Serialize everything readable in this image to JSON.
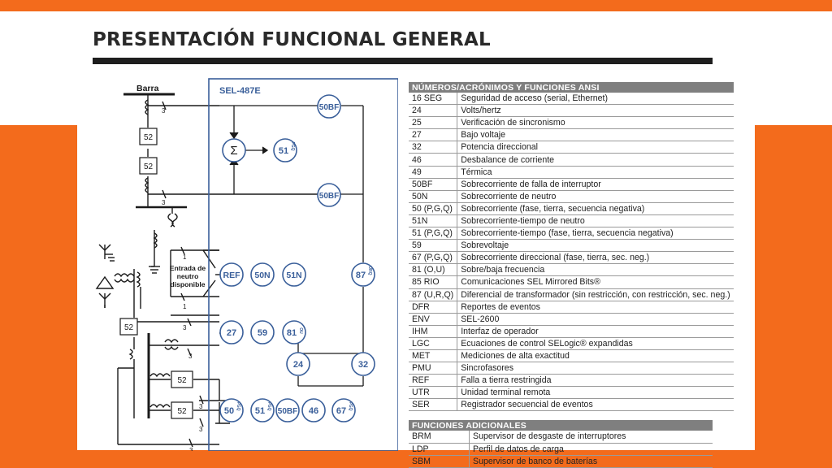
{
  "slide": {
    "title": "PRESENTACIÓN FUNCIONAL GENERAL",
    "colors": {
      "accent": "#f36b1c",
      "relay_blue": "#3a5f9a",
      "line": "#1a1a1a",
      "table_header": "#7f7f7f"
    }
  },
  "diagram": {
    "bus_label": "Barra",
    "relay_label": "SEL-487E",
    "neutral_label": [
      "Entrada de",
      "neutro",
      "disponible"
    ],
    "breaker_label": "52",
    "count_3": "3",
    "count_1": "1",
    "sum_symbol": "Σ",
    "functions": {
      "f50bf": "50BF",
      "f51": "51",
      "f87": "87",
      "ref": "REF",
      "f50n": "50N",
      "f51n": "51N",
      "f27": "27",
      "f59": "59",
      "f81": "81",
      "f24": "24",
      "f32": "32",
      "f50": "50",
      "f46": "46",
      "f67": "67"
    },
    "subscripts": {
      "pgq": "PGQ",
      "ou": "OU",
      "urq": "URQ"
    }
  },
  "tables": {
    "ansi": {
      "header": "NÚMEROS/ACRÓNIMOS Y FUNCIONES ANSI",
      "rows": [
        {
          "code": "16 SEG",
          "desc": "Seguridad de acceso (serial, Ethernet)"
        },
        {
          "code": "24",
          "desc": "Volts/hertz"
        },
        {
          "code": "25",
          "desc": "Verificación de sincronismo"
        },
        {
          "code": "27",
          "desc": "Bajo voltaje"
        },
        {
          "code": "32",
          "desc": "Potencia direccional"
        },
        {
          "code": "46",
          "desc": "Desbalance de corriente"
        },
        {
          "code": "49",
          "desc": "Térmica"
        },
        {
          "code": "50BF",
          "desc": "Sobrecorriente de falla de interruptor"
        },
        {
          "code": "50N",
          "desc": "Sobrecorriente de neutro"
        },
        {
          "code": "50 (P,G,Q)",
          "desc": "Sobrecorriente (fase, tierra, secuencia negativa)"
        },
        {
          "code": "51N",
          "desc": "Sobrecorriente-tiempo de neutro"
        },
        {
          "code": "51 (P,G,Q)",
          "desc": "Sobrecorriente-tiempo (fase, tierra, secuencia negativa)"
        },
        {
          "code": "59",
          "desc": "Sobrevoltaje"
        },
        {
          "code": "67 (P,G,Q)",
          "desc": "Sobrecorriente direccional (fase, tierra, sec. neg.)"
        },
        {
          "code": "81 (O,U)",
          "desc": "Sobre/baja frecuencia"
        },
        {
          "code": "85 RIO",
          "desc": "Comunicaciones SEL Mirrored Bits®"
        },
        {
          "code": "87 (U,R,Q)",
          "desc": "Diferencial de transformador (sin restricción, con restricción, sec. neg.)"
        },
        {
          "code": "DFR",
          "desc": "Reportes de eventos"
        },
        {
          "code": "ENV",
          "desc": "SEL-2600"
        },
        {
          "code": "IHM",
          "desc": "Interfaz de operador"
        },
        {
          "code": "LGC",
          "desc": "Ecuaciones de control SELogic® expandidas"
        },
        {
          "code": "MET",
          "desc": "Mediciones de alta exactitud"
        },
        {
          "code": "PMU",
          "desc": "Sincrofasores"
        },
        {
          "code": "REF",
          "desc": "Falla a tierra restringida"
        },
        {
          "code": "UTR",
          "desc": "Unidad terminal remota"
        },
        {
          "code": "SER",
          "desc": "Registrador secuencial de eventos"
        }
      ]
    },
    "additional": {
      "header": "FUNCIONES ADICIONALES",
      "rows": [
        {
          "code": "BRM",
          "desc": "Supervisor de desgaste de interruptores"
        },
        {
          "code": "LDP",
          "desc": "Perfil de datos de carga"
        },
        {
          "code": "SBM",
          "desc": "Supervisor de banco de baterías"
        }
      ]
    }
  }
}
